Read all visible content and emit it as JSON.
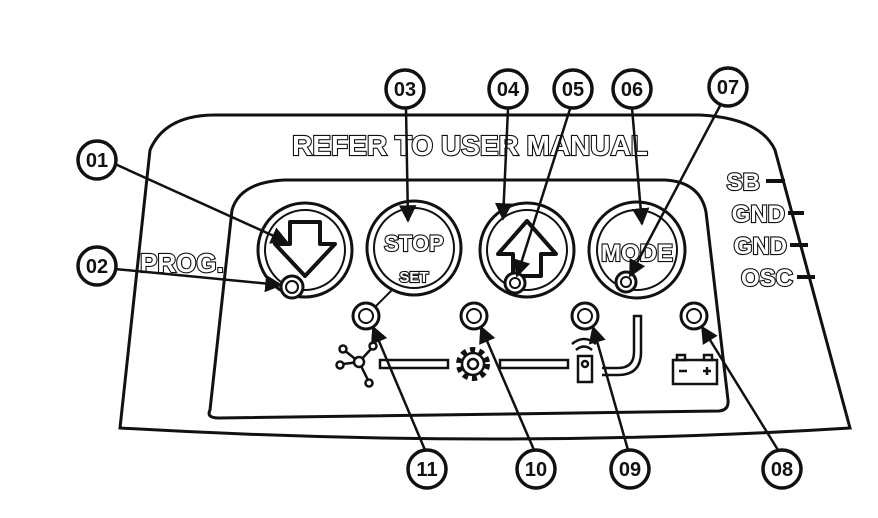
{
  "panel": {
    "header": "REFER TO USER MANUAL",
    "prog_label": "PROG.",
    "stop_label_top": "STOP",
    "stop_label_bottom": "SET",
    "mode_label": "MODE",
    "terminals": [
      "SB",
      "GND",
      "GND",
      "OSC"
    ]
  },
  "callouts": [
    "01",
    "02",
    "03",
    "04",
    "05",
    "06",
    "07",
    "08",
    "09",
    "10",
    "11"
  ],
  "colors": {
    "ink": "#111111",
    "paper": "#ffffff"
  }
}
